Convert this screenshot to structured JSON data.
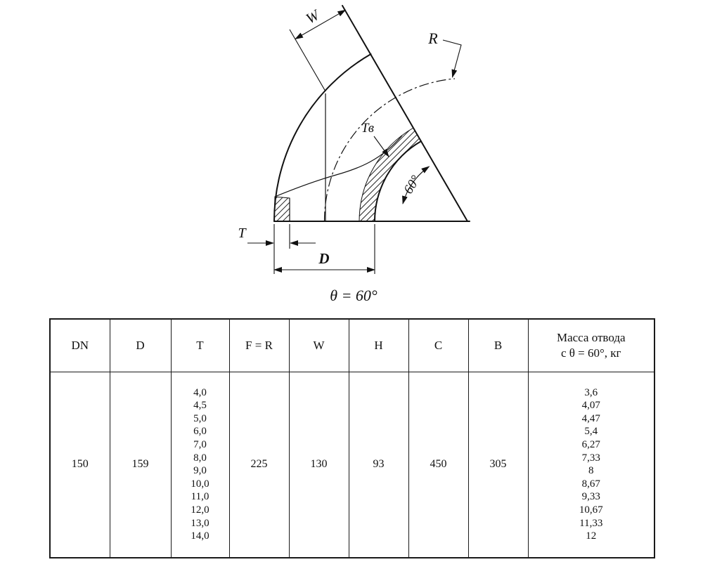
{
  "drawing": {
    "labels": {
      "w": "W",
      "r": "R",
      "tv": "Тв",
      "angle": "60°",
      "t": "T",
      "d": "D",
      "caption": "θ = 60°"
    }
  },
  "table": {
    "headers": [
      "DN",
      "D",
      "T",
      "F = R",
      "W",
      "H",
      "C",
      "B",
      "Масса отвода\nс θ = 60°, кг"
    ],
    "row": {
      "dn": "150",
      "d": "159",
      "t_values": [
        "4,0",
        "4,5",
        "5,0",
        "6,0",
        "7,0",
        "8,0",
        "9,0",
        "10,0",
        "11,0",
        "12,0",
        "13,0",
        "14,0"
      ],
      "f_r": "225",
      "w": "130",
      "h": "93",
      "c": "450",
      "b": "305",
      "mass_values": [
        "3,6",
        "4,07",
        "4,47",
        "5,4",
        "6,27",
        "7,33",
        "8",
        "8,67",
        "9,33",
        "10,67",
        "11,33",
        "12"
      ]
    }
  }
}
